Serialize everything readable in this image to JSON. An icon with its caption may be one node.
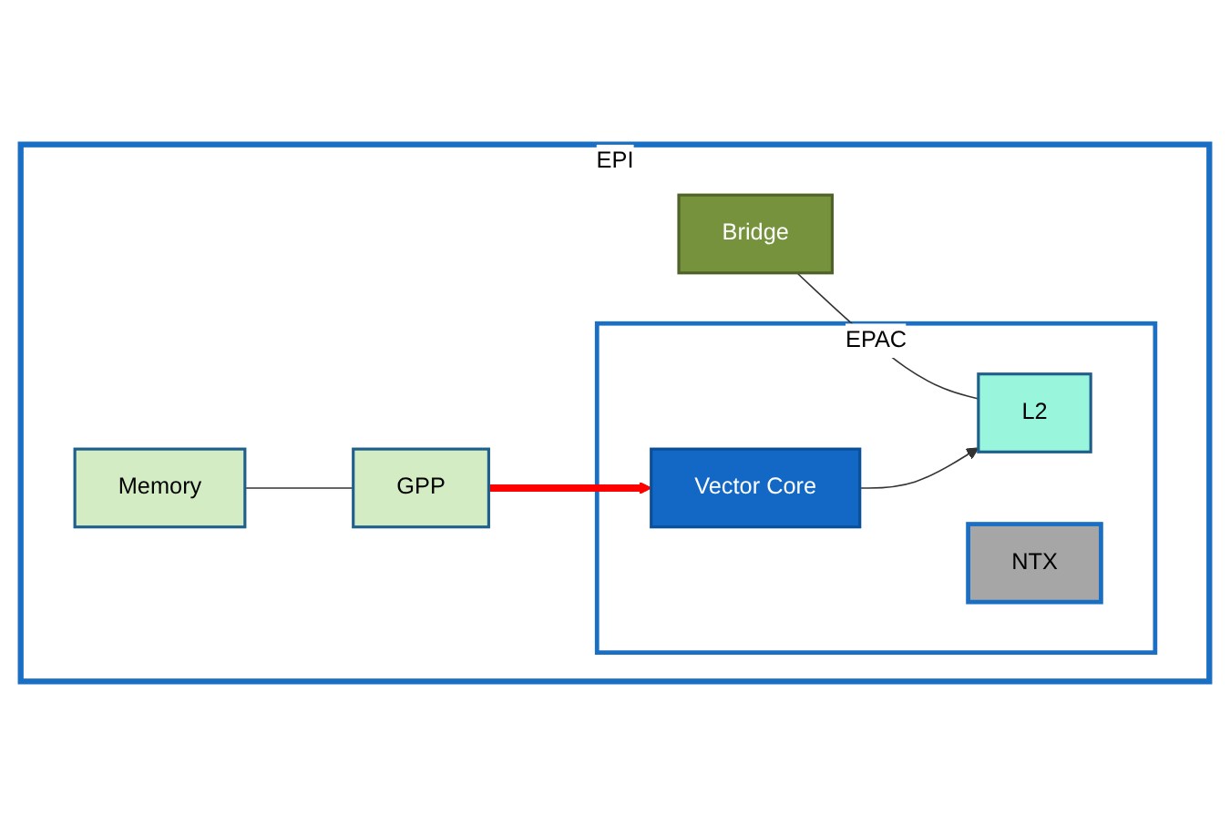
{
  "diagram": {
    "nodes": [
      {
        "text": [
          "EPI"
        ]
      },
      {
        "text": [
          "Memory"
        ],
        "in": 0
      },
      {
        "text": [
          "GPP"
        ],
        "in": 0
      },
      {
        "text": [
          "Bridge"
        ],
        "in": 0
      },
      {
        "text": [
          "EPAC"
        ],
        "in": 0
      },
      {
        "text": [
          "L2"
        ],
        "in": 4
      },
      {
        "text": [
          "Vector Core"
        ],
        "in": 4
      },
      {
        "text": [
          "NTX"
        ],
        "in": 4
      }
    ],
    "edges": [
      {
        "from": 1,
        "to": 2,
        "arrow": "none"
      },
      {
        "from": 3,
        "to": 5,
        "arrow": "none"
      },
      {
        "from": 6,
        "to": 5,
        "arrow": "to"
      },
      {
        "from": 2,
        "to": 6,
        "arrow": "to",
        "style": "thick",
        "color": "#ff0000"
      }
    ]
  }
}
